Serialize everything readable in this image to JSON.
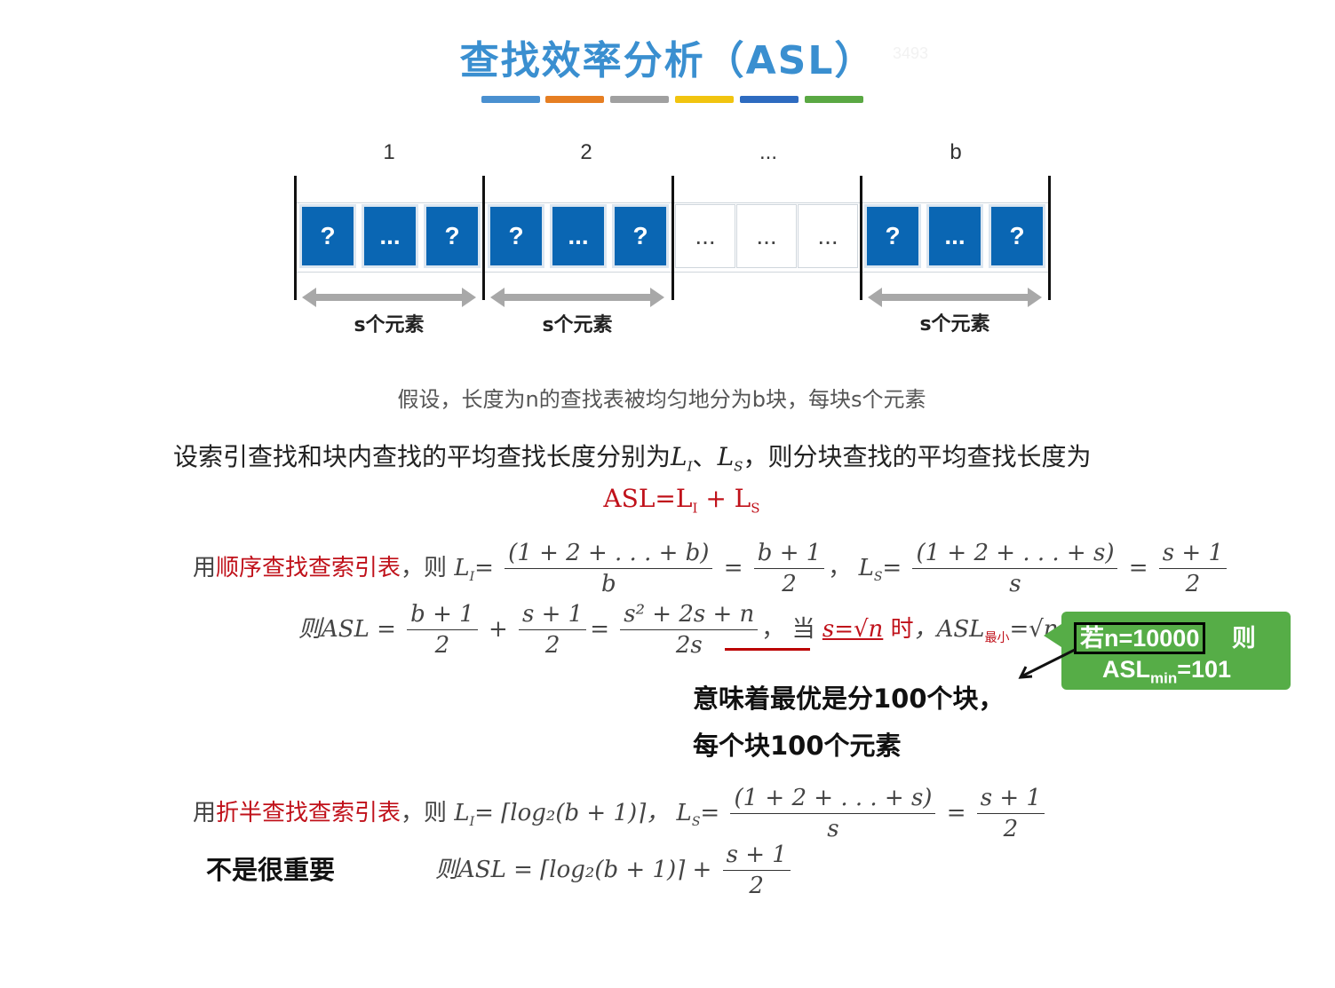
{
  "title": "查找效率分析（ASL）",
  "watermark": "3493",
  "bar_colors": [
    "#4a90d0",
    "#e67e22",
    "#a0a0a0",
    "#f1c40f",
    "#2e6bc0",
    "#5aa843"
  ],
  "block_labels": [
    "1",
    "2",
    "...",
    "b"
  ],
  "cells": {
    "q": "?",
    "dots": "...",
    "empty": "..."
  },
  "caption_s": "s个元素",
  "assumption": "假设，长度为n的查找表被均匀地分为b块，每块s个元素",
  "line2": {
    "prefix": "设索引查找和块内查找的平均查找长度分别为",
    "LI": "L",
    "LI_sub": "I",
    "sep": "、",
    "LS": "L",
    "LS_sub": "S",
    "suffix": "，则分块查找的平均查找长度为"
  },
  "asl_formula": "ASL=L",
  "asl_formula_sub1": "I",
  "asl_formula_plus": " + L",
  "asl_formula_sub2": "S",
  "seq": {
    "use": "用",
    "method": "顺序查找查索引表",
    "then": "，则",
    "LI_lhs": "L",
    "LI_sub": "I",
    "eq": "=",
    "frac1_n": "(1 + 2 + . . . + b)",
    "frac1_d": "b",
    "frac2_n": "b + 1",
    "frac2_d": "2",
    "comma": "，",
    "LS_lhs": "L",
    "LS_sub": "S",
    "frac3_n": "(1 + 2 + . . . + s)",
    "frac3_d": "s",
    "frac4_n": "s + 1",
    "frac4_d": "2"
  },
  "asl_line": {
    "lhs": "则ASL =",
    "f1_n": "b + 1",
    "f1_d": "2",
    "plus": "+",
    "f2_n": "s + 1",
    "f2_d": "2",
    "eq": "=",
    "f3_n": "s² + 2s + n",
    "f3_d": "2s",
    "comma": "，",
    "when": "当",
    "cond": "s=√n",
    "at": "时",
    "asl_min_lhs": "，ASL",
    "asl_min_sub": "最小",
    "asl_min_rhs": "=√n + 1"
  },
  "callout": {
    "line1_boxed": "若n=10000",
    "line1_rest": "则",
    "line2": "ASL",
    "line2_sub": "min",
    "line2_rest": "=101"
  },
  "note": {
    "line1": "意味着最优是分100个块，",
    "line2": "每个块100个元素"
  },
  "bin": {
    "use": "用",
    "method": "折半查找查索引表",
    "then": "，则",
    "LI_lhs": "L",
    "LI_sub": "I",
    "LI_rhs": "= ⌈log₂(b + 1)⌉，",
    "LS_lhs": "L",
    "LS_sub": "S",
    "eq": "=",
    "frac1_n": "(1 + 2 + . . . + s)",
    "frac1_d": "s",
    "frac2_n": "s + 1",
    "frac2_d": "2",
    "asl_lhs": "则ASL = ⌈log₂(b + 1)⌉ +",
    "asl_frac_n": "s + 1",
    "asl_frac_d": "2"
  },
  "not_important": "不是很重要"
}
